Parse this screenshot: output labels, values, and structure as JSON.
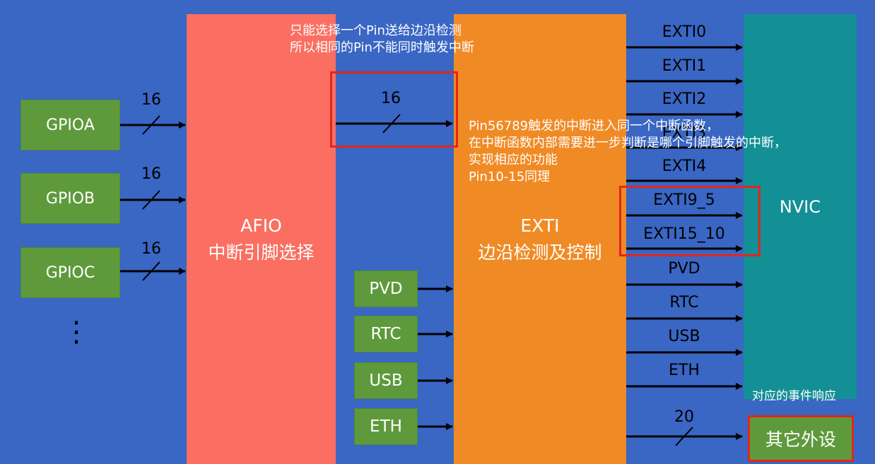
{
  "gpio": {
    "items": [
      {
        "label": "GPIOA",
        "bus": "16"
      },
      {
        "label": "GPIOB",
        "bus": "16"
      },
      {
        "label": "GPIOC",
        "bus": "16"
      }
    ],
    "ellipsis": "⋮"
  },
  "afio": {
    "line1": "AFIO",
    "line2": "中断引脚选择"
  },
  "afio_to_exti_bus": "16",
  "exti": {
    "line1": "EXTI",
    "line2": "边沿检测及控制"
  },
  "inputs": [
    "PVD",
    "RTC",
    "USB",
    "ETH"
  ],
  "outputs": [
    "EXTI0",
    "EXTI1",
    "EXTI2",
    "EXTI3",
    "EXTI4",
    "EXTI9_5",
    "EXTI15_10",
    "PVD",
    "RTC",
    "USB",
    "ETH"
  ],
  "nvic": "NVIC",
  "other_bus": "20",
  "other": "其它外设",
  "notes": {
    "pin_select": [
      "只能选择一个Pin送给边沿检测",
      "所以相同的Pin不能同时触发中断"
    ],
    "pin_group": [
      "Pin56789触发的中断进入同一个中断函数，",
      "在中断函数内部需要进一步判断是哪个引脚触发的中断，",
      "实现相应的功能",
      "Pin10-15同理"
    ],
    "event": "对应的事件响应"
  },
  "colors": {
    "background": "#3a66c4",
    "gpio": "#5e9a3c",
    "afio": "#fa6f61",
    "exti": "#f08a24",
    "nvic": "#138f96",
    "highlight": "#e2261b"
  }
}
